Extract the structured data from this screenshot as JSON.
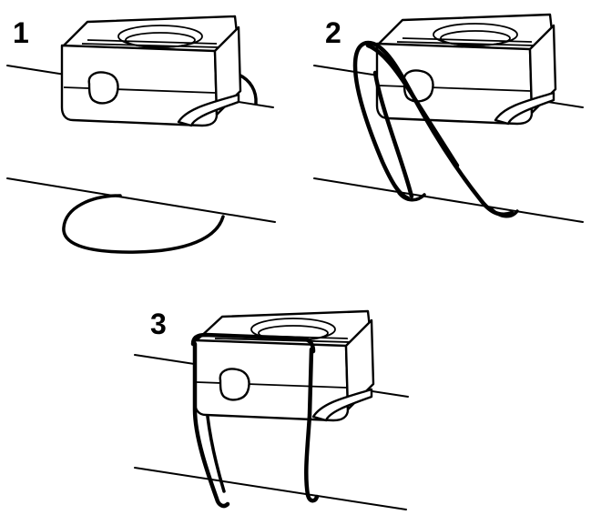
{
  "steps": [
    {
      "number": "1"
    },
    {
      "number": "2"
    },
    {
      "number": "3"
    }
  ]
}
